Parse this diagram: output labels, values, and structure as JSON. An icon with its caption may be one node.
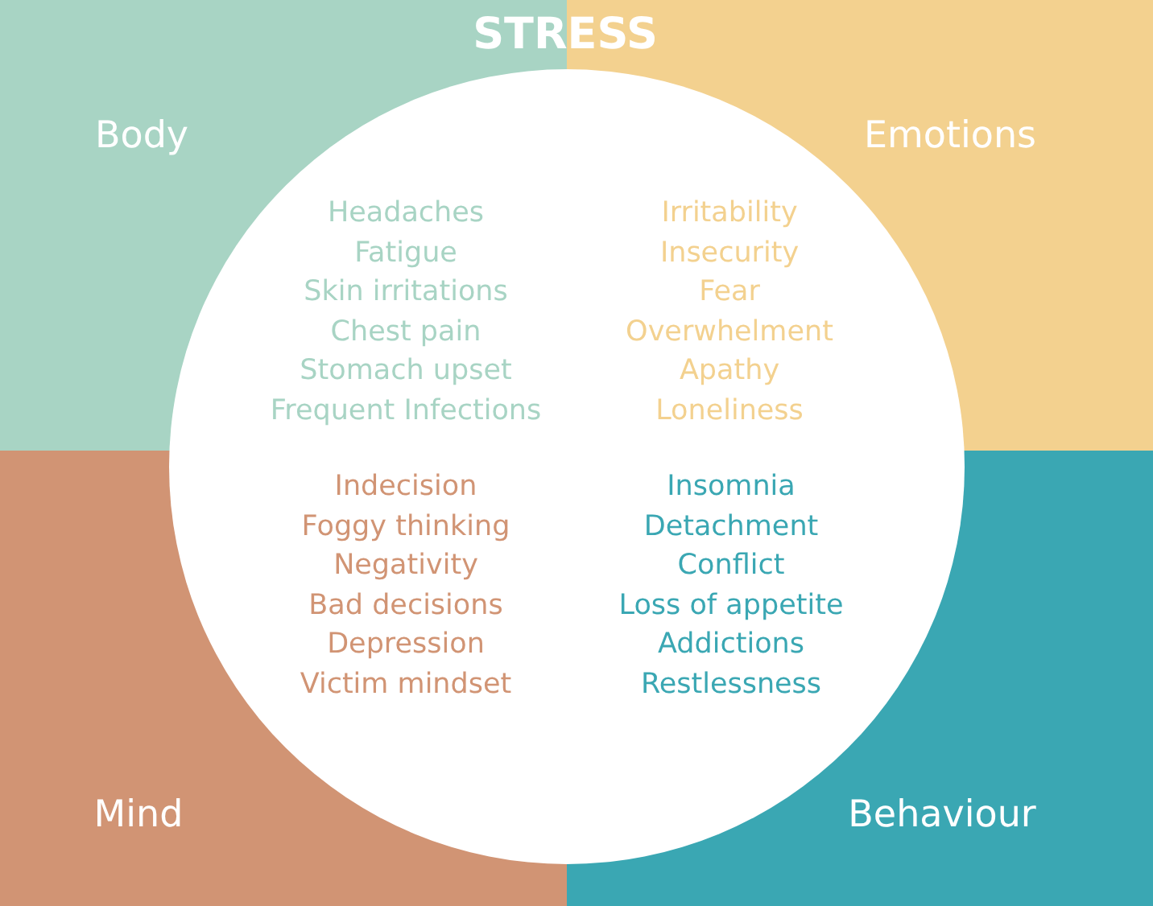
{
  "diagram": {
    "title": "STRESS",
    "nodes": [
      {
        "text": [
          "Body",
          "Headaches",
          "Fatigue",
          "Skin irritations",
          "Chest pain",
          "Stomach upset",
          "Frequent Infections"
        ]
      },
      {
        "text": [
          "Emotions",
          "Irritability",
          "Insecurity",
          "Fear",
          "Overwhelment",
          "Apathy",
          "Loneliness"
        ]
      },
      {
        "text": [
          "Mind",
          "Indecision",
          "Foggy thinking",
          "Negativity",
          "Bad decisions",
          "Depression",
          "Victim mindset"
        ]
      },
      {
        "text": [
          "Behaviour",
          "Insomnia",
          "Detachment",
          "Conflict",
          "Loss of appetite",
          "Addictions",
          "Restlessness"
        ]
      },
      {
        "text": [],
        "shape": "circle"
      }
    ],
    "edges": []
  }
}
